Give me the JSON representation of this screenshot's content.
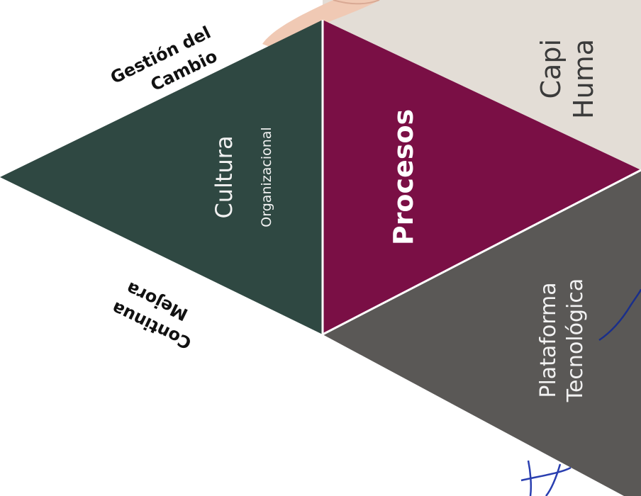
{
  "colors": {
    "cultura": "#2f4842",
    "procesos": "#7a0f45",
    "plataforma": "#5a5856",
    "capital": "#e3ddd6",
    "label_dark": "#111111",
    "label_light": "#f2f2f2"
  },
  "diagram": {
    "gestion_line1": "Gestión del",
    "gestion_line2": "Cambio",
    "mejora_line1": "Mejora",
    "mejora_line2": "Continua",
    "cultura_title": "Cultura",
    "cultura_subtitle": "Organizacional",
    "procesos": "Procesos",
    "plataforma_line1": "Plataforma",
    "plataforma_line2": "Tecnológica",
    "capital_line1": "Capi",
    "capital_line2": "Huma"
  },
  "decorations": [
    "hand-pointing",
    "pen-scribble",
    "signature-mark"
  ]
}
